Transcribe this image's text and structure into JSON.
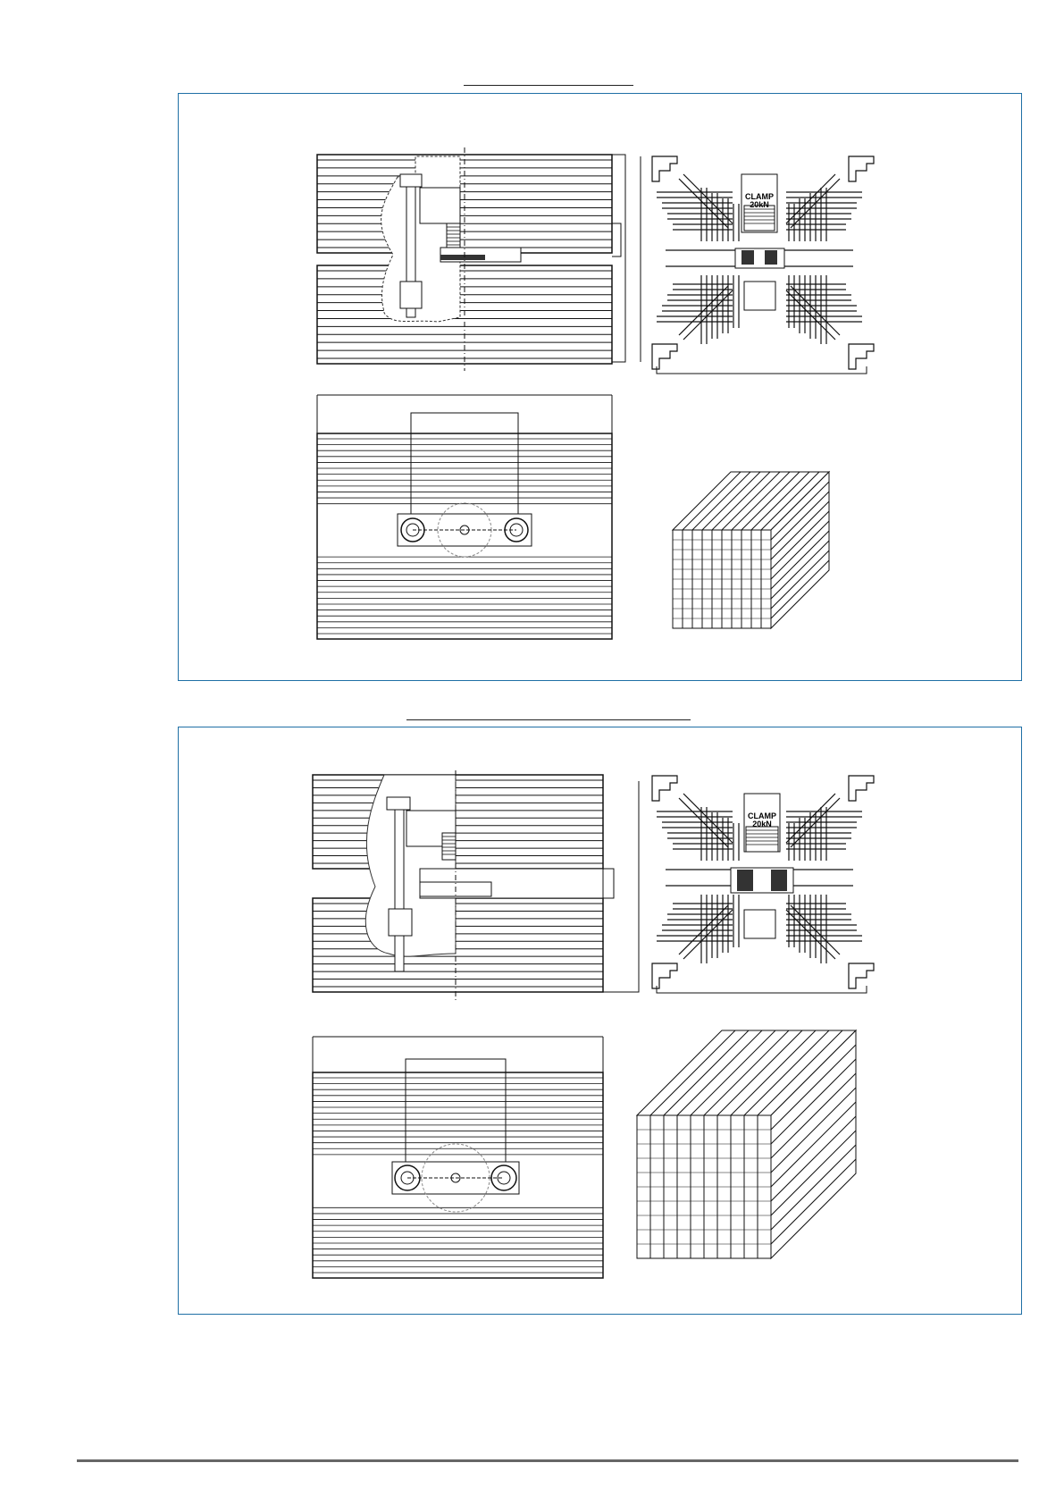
{
  "sections": [
    {
      "clamp_label_line1": "CLAMP",
      "clamp_label_line2": "20kN"
    },
    {
      "clamp_label_line1": "CLAMP",
      "clamp_label_line2": "20kN"
    }
  ],
  "colors": {
    "panel_border": "#1f6fa5",
    "drawing_line": "#111111",
    "footer_rule": "#666666"
  }
}
